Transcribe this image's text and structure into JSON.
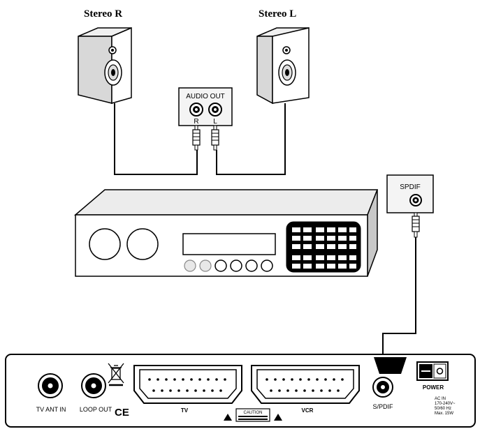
{
  "speakers": {
    "right_label": "Stereo R",
    "left_label": "Stereo L"
  },
  "audio_out": {
    "title": "AUDIO OUT",
    "right_channel": "R",
    "left_channel": "L"
  },
  "spdif_input": {
    "title": "SPDIF"
  },
  "rear_panel": {
    "tv_ant_in": "TV ANT IN",
    "loop_out": "LOOP OUT",
    "ce_mark": "CE",
    "tv_scart": "TV",
    "caution": "CAUTION",
    "vcr_scart": "VCR",
    "spdif_out": "S/PDIF",
    "power": "POWER",
    "ac_in": [
      "AC IN",
      "170-240V~",
      "50/60 Hz",
      "Max. 15W"
    ]
  },
  "colors": {
    "line": "#000000",
    "speaker_side": "#d8d8d8",
    "speaker_front": "#ffffff",
    "amp_top": "#ececec",
    "panel_fill": "#f4f4f4"
  }
}
